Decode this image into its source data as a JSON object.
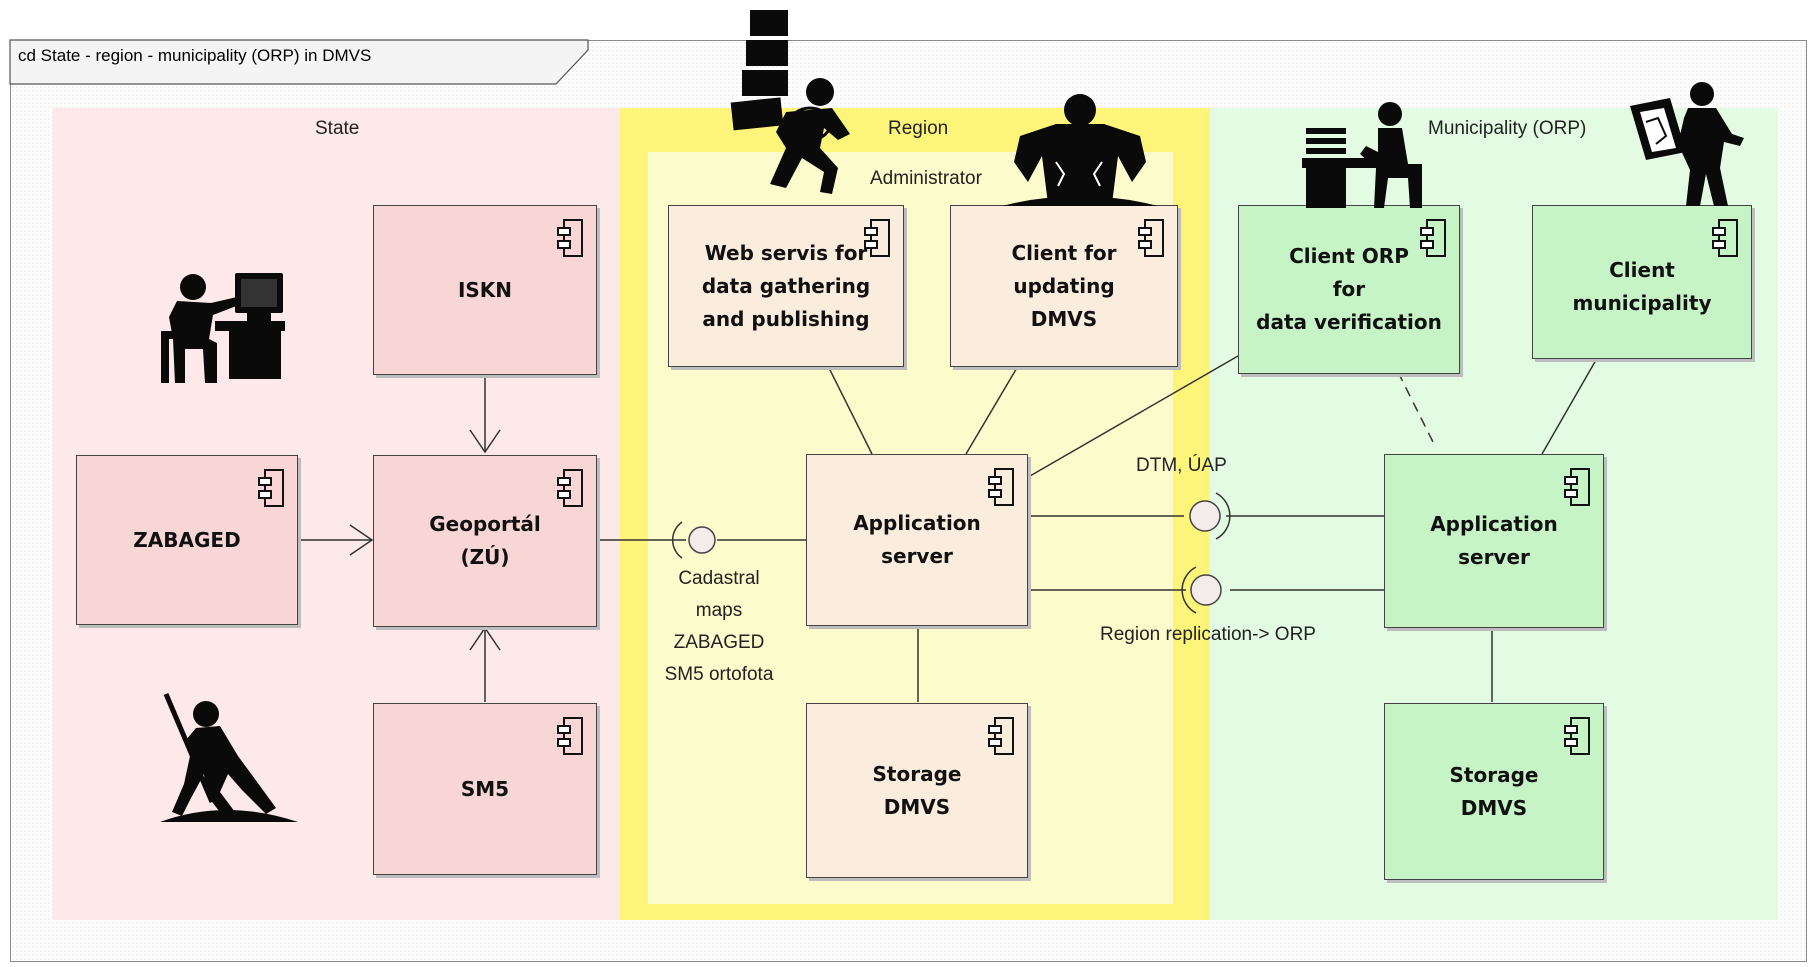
{
  "diagram": {
    "frame_title": "cd State - region - municipality (ORP) in DMVS",
    "zones": {
      "state": "State",
      "region": "Region",
      "administrator": "Administrator",
      "municipality": "Municipality (ORP)"
    },
    "components": {
      "iskn": "ISKN",
      "zabaged": "ZABAGED",
      "geoportal": "Geoportál\n(ZÚ)",
      "sm5": "SM5",
      "web_servis": "Web servis for\ndata gathering\nand publishing",
      "client_updating": "Client for\nupdating\nDMVS",
      "app_server_region": "Application\nserver",
      "storage_region": "Storage\nDMVS",
      "client_orp": "Client ORP\nfor\ndata verification",
      "client_municipality": "Client municipality",
      "app_server_muni": "Application\nserver",
      "storage_muni": "Storage\nDMVS"
    },
    "labels": {
      "cadastral": "Cadastral\nmaps\nZABAGED\nSM5 ortofota",
      "dtm": "DTM, ÚAP",
      "replication": "Region replication-> ORP"
    },
    "colors": {
      "state_zone": "#fde9e9",
      "region_zone": "#fcf57a",
      "municipality_zone": "#e2fbe2",
      "state_component": "#f9d6d6",
      "region_component": "#fbeddd",
      "municipality_component": "#c6f4c6"
    },
    "icons": [
      "component-icon",
      "person-at-computer-icon",
      "person-digging-icon",
      "person-carrying-boxes-icon",
      "person-angry-icon",
      "person-at-desk-icon",
      "person-reading-map-icon"
    ]
  }
}
